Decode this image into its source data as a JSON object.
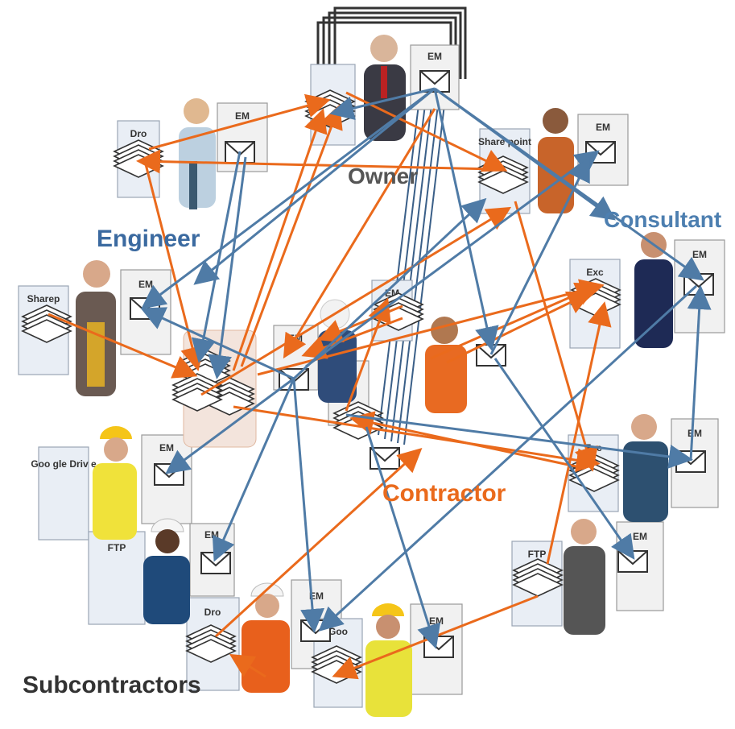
{
  "groups": {
    "owner": "Owner",
    "engineer": "Engineer",
    "consultant": "Consultant",
    "contractor": "Contractor",
    "subcontractors": "Subcontractors"
  },
  "colors": {
    "orange": "#ea6a1c",
    "blue": "#4f7ba6",
    "engineer_text": "#3b6aa0",
    "consultant_text": "#4d7fb0",
    "contractor_text": "#ea6a1c",
    "subcontractors_text": "#333333"
  },
  "repositories": {
    "owner": "",
    "owner_em": "EM",
    "engineer": "Dro",
    "engineer_em": "EM",
    "consultant": "Share point",
    "consultant_em": "EM",
    "architect": "Sharep",
    "architect_em": "EM",
    "contractor": "",
    "contractor_em": "EM",
    "center_em": "EM",
    "mid_em": "EM",
    "excel": "Exc",
    "excel_em": "EM",
    "gdrive": "Goo gle Driv e",
    "gdrive_em": "EM",
    "ftp_left": "FTP",
    "ftp_left_em": "EM",
    "dropbox_sub": "Dro",
    "dropbox_sub_em": "EM",
    "google_sub": "Goo",
    "google_sub_em": "EM",
    "ftp_right": "FTP",
    "ftp_right_em": "EM",
    "exc_right": "Exc",
    "exc_right_em": "EM"
  }
}
